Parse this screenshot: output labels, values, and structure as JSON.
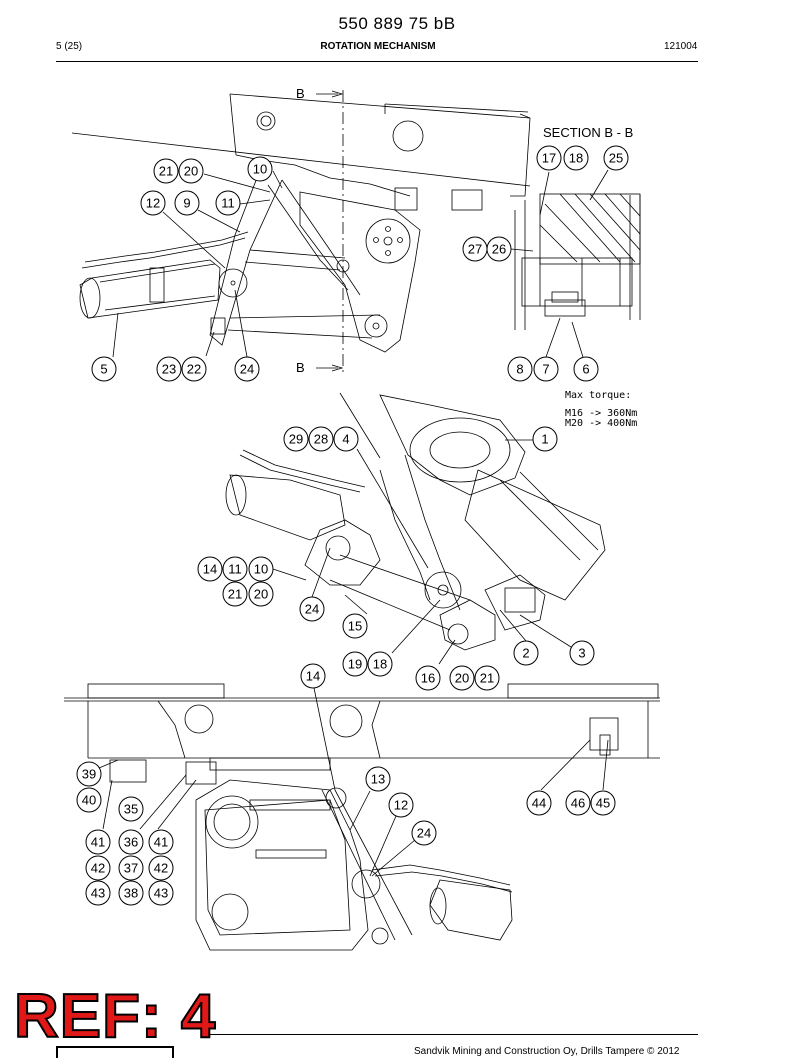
{
  "header": {
    "doc_number": "550 889 75 bB",
    "page": "5 (25)",
    "title": "ROTATION MECHANISM",
    "date_code": "121004"
  },
  "drawing": {
    "section_label": "SECTION  B - B",
    "section_mark_top": "B",
    "section_mark_bottom": "B",
    "torque_title": "Max torque:",
    "torque_m16": "M16  -> 360Nm",
    "torque_m20": "M20  -> 400Nm",
    "balloons": {
      "b21a": "21",
      "b20a": "20",
      "b10a": "10",
      "b12a": "12",
      "b9": "9",
      "b11a": "11",
      "b17": "17",
      "b18a": "18",
      "b25": "25",
      "b27": "27",
      "b26": "26",
      "b5": "5",
      "b23": "23",
      "b22": "22",
      "b24a": "24",
      "b8": "8",
      "b7": "7",
      "b6": "6",
      "b29": "29",
      "b28": "28",
      "b4": "4",
      "b1": "1",
      "b14a": "14",
      "b11b": "11",
      "b10b": "10",
      "b21b": "21",
      "b20b": "20",
      "b24b": "24",
      "b15": "15",
      "b19": "19",
      "b18b": "18",
      "b2": "2",
      "b3": "3",
      "b14b": "14",
      "b16": "16",
      "b20c": "20",
      "b21c": "21",
      "b39": "39",
      "b40": "40",
      "b35": "35",
      "b13": "13",
      "b12b": "12",
      "b24c": "24",
      "b44": "44",
      "b46": "46",
      "b45": "45",
      "b41a": "41",
      "b36": "36",
      "b41b": "41",
      "b42a": "42",
      "b37": "37",
      "b42b": "42",
      "b43a": "43",
      "b38": "38",
      "b43b": "43"
    }
  },
  "footer": {
    "stamp": "REF: 4",
    "company": "Sandvik Mining and Construction Oy, Drills Tampere © 2012"
  }
}
